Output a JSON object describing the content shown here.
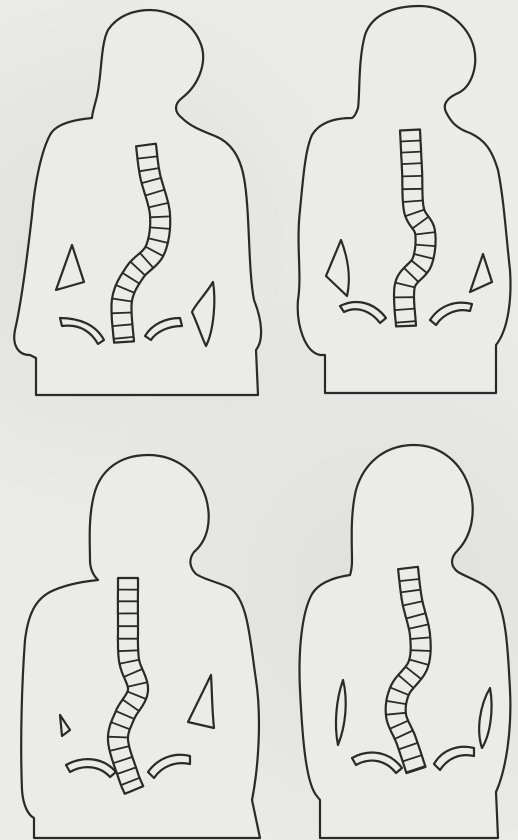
{
  "figure": {
    "panels": [
      {
        "id": "top-left",
        "curve": "single-right-thoracolumbar"
      },
      {
        "id": "top-right",
        "curve": "double-s-curve"
      },
      {
        "id": "bottom-left",
        "curve": "lumbar-left"
      },
      {
        "id": "bottom-right",
        "curve": "thoracic-right-lumbar-left"
      }
    ],
    "colors": {
      "line": "#2a2a2a",
      "background": "#ebebe9",
      "fill": "#ebebe9"
    }
  }
}
